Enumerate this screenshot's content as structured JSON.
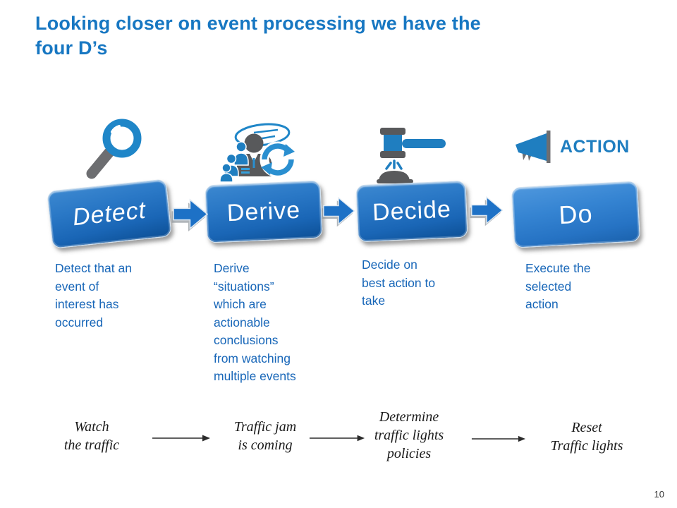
{
  "title": "Looking closer on event processing we have the\nfour D’s",
  "page_number": "10",
  "steps": [
    {
      "label": "Detect",
      "icon": "magnifier-icon",
      "description": "Detect that an\nevent of\ninterest has\noccurred",
      "example": "Watch\nthe traffic"
    },
    {
      "label": "Derive",
      "icon": "people-conversation-refresh-icon",
      "description": "Derive\n“situations”\nwhich are\nactionable\nconclusions\nfrom watching\nmultiple events",
      "example": "Traffic jam\nis coming"
    },
    {
      "label": "Decide",
      "icon": "gavel-icon",
      "description": "Decide on\nbest action to\ntake",
      "example": "Determine\ntraffic lights\npolicies"
    },
    {
      "label": "Do",
      "icon": "megaphone-icon",
      "icon_caption": "ACTION",
      "description": "Execute the\nselected\naction",
      "example": "Reset\nTraffic lights"
    }
  ],
  "colors": {
    "title_blue": "#1777c2",
    "description_blue": "#1766b8",
    "button_blue": "#1d6cbd",
    "do_button_blue": "#3584d2",
    "icon_blue": "#1f7ec0",
    "icon_gray": "#58595b",
    "flow_arrow_blue": "#1d71c6",
    "example_text": "#1a1a1a"
  }
}
